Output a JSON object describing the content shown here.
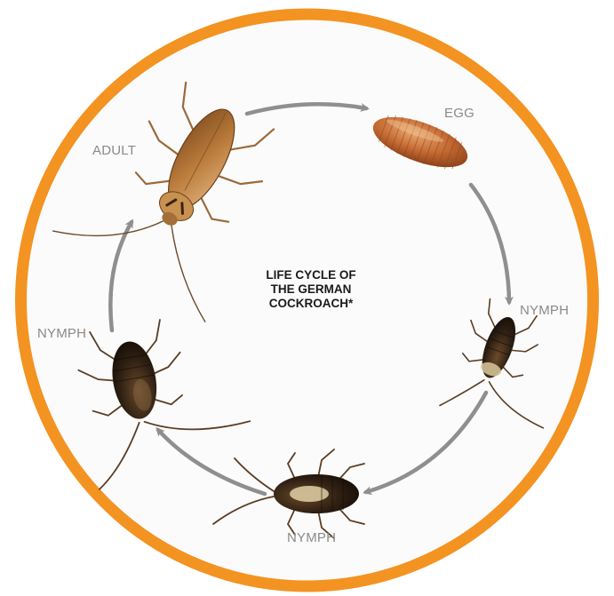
{
  "title": {
    "lines": [
      "LIFE CYCLE OF",
      "THE GERMAN",
      "COCKROACH*"
    ]
  },
  "stages": [
    {
      "id": "egg",
      "label": "EGG"
    },
    {
      "id": "nymph-right",
      "label": "NYMPH"
    },
    {
      "id": "nymph-bottom",
      "label": "NYMPH"
    },
    {
      "id": "nymph-left",
      "label": "NYMPH"
    },
    {
      "id": "adult",
      "label": "ADULT"
    }
  ],
  "colors": {
    "ring": "#f39321",
    "background": "#fbfbfb",
    "arrow": "#8f8f8f",
    "label": "#8a8a8a",
    "title": "#1a1a1a"
  },
  "icons": {
    "egg": "egg-capsule-icon",
    "nymph": "cockroach-nymph-icon",
    "adult": "cockroach-adult-icon",
    "arrow": "cycle-arrow-icon"
  }
}
